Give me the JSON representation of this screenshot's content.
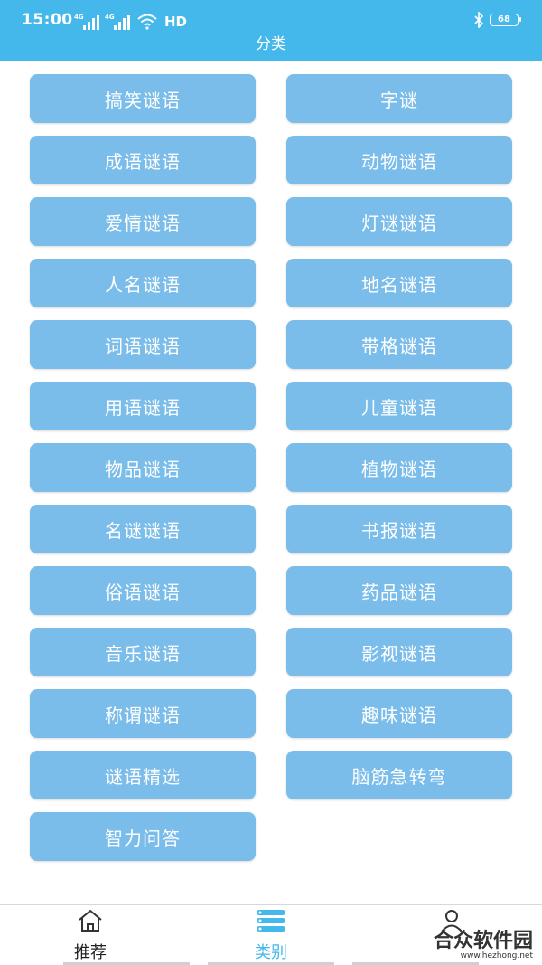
{
  "status_bar": {
    "time": "15:00",
    "net1": "4G",
    "net2": "4G",
    "hd": "HD",
    "battery": "68"
  },
  "header": {
    "title": "分类"
  },
  "categories": [
    "搞笑谜语",
    "字谜",
    "成语谜语",
    "动物谜语",
    "爱情谜语",
    "灯谜谜语",
    "人名谜语",
    "地名谜语",
    "词语谜语",
    "带格谜语",
    "用语谜语",
    "儿童谜语",
    "物品谜语",
    "植物谜语",
    "名谜谜语",
    "书报谜语",
    "俗语谜语",
    "药品谜语",
    "音乐谜语",
    "影视谜语",
    "称谓谜语",
    "趣味谜语",
    "谜语精选",
    "脑筋急转弯",
    "智力问答"
  ],
  "bottom_nav": {
    "recommend": "推荐",
    "category": "类别"
  },
  "watermark": {
    "text": "合众软件园",
    "url": "www.hezhong.net"
  },
  "colors": {
    "header": "#44b8eb",
    "button": "#7bbdea",
    "active_tab": "#44b8eb"
  }
}
